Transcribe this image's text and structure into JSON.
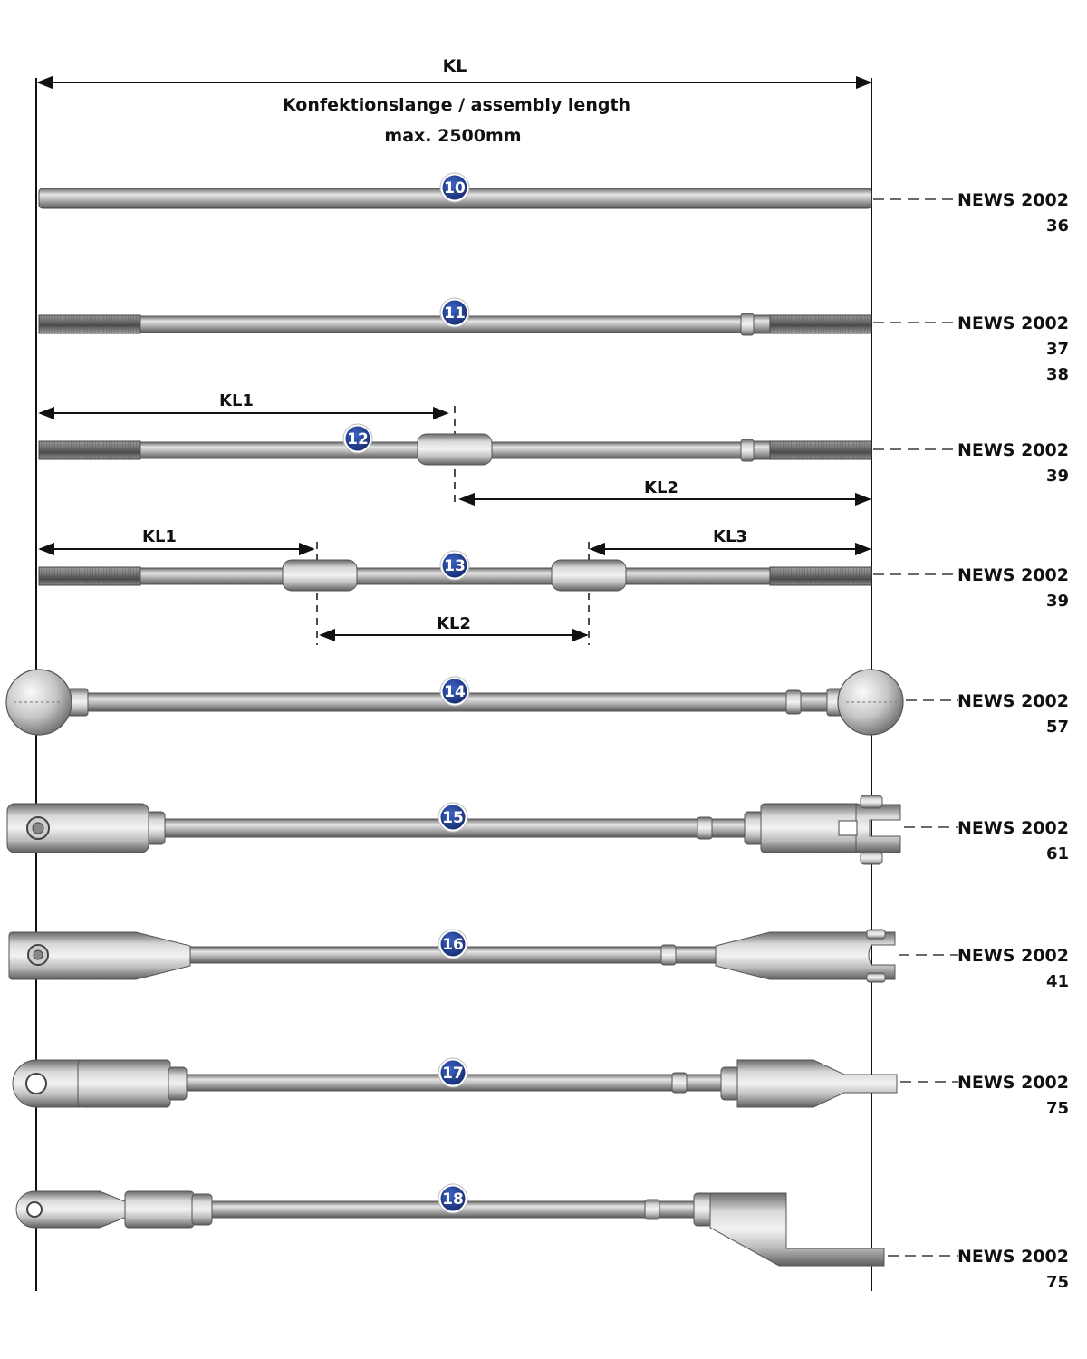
{
  "header": {
    "kl_label": "KL",
    "assembly_label": "Konfektionslange / assembly length",
    "max_label": "max. 2500mm"
  },
  "colors": {
    "metal_light": "#e4e4e4",
    "metal_mid": "#a9a9a9",
    "metal_dark": "#5e5e5e",
    "thread_dark": "#6f6f6f",
    "badge_fill": "#1c3a8a",
    "line": "#111111"
  },
  "rods": [
    {
      "number": "10",
      "ref": "NEWS 2002",
      "pages": [
        "36"
      ],
      "end_left": "plain",
      "end_right": "plain"
    },
    {
      "number": "11",
      "ref": "NEWS 2002",
      "pages": [
        "37",
        "38"
      ],
      "end_left": "thread",
      "end_right": "thread"
    },
    {
      "number": "12",
      "ref": "NEWS 2002",
      "pages": [
        "39"
      ],
      "end_left": "thread",
      "end_right": "thread",
      "dims": {
        "kl1": "KL1",
        "kl2": "KL2"
      }
    },
    {
      "number": "13",
      "ref": "NEWS 2002",
      "pages": [
        "39"
      ],
      "end_left": "thread",
      "end_right": "thread",
      "dims": {
        "kl1": "KL1",
        "kl2": "KL2",
        "kl3": "KL3"
      }
    },
    {
      "number": "14",
      "ref": "NEWS 2002",
      "pages": [
        "57"
      ],
      "end_left": "ball",
      "end_right": "ball"
    },
    {
      "number": "15",
      "ref": "NEWS 2002",
      "pages": [
        "61"
      ],
      "end_left": "eye",
      "end_right": "fork"
    },
    {
      "number": "16",
      "ref": "NEWS 2002",
      "pages": [
        "41"
      ],
      "end_left": "eye-taper",
      "end_right": "fork-taper"
    },
    {
      "number": "17",
      "ref": "NEWS 2002",
      "pages": [
        "75"
      ],
      "end_left": "eye-flat",
      "end_right": "pin"
    },
    {
      "number": "18",
      "ref": "NEWS 2002",
      "pages": [
        "75"
      ],
      "end_left": "eye-flat",
      "end_right": "offset-bracket"
    }
  ]
}
